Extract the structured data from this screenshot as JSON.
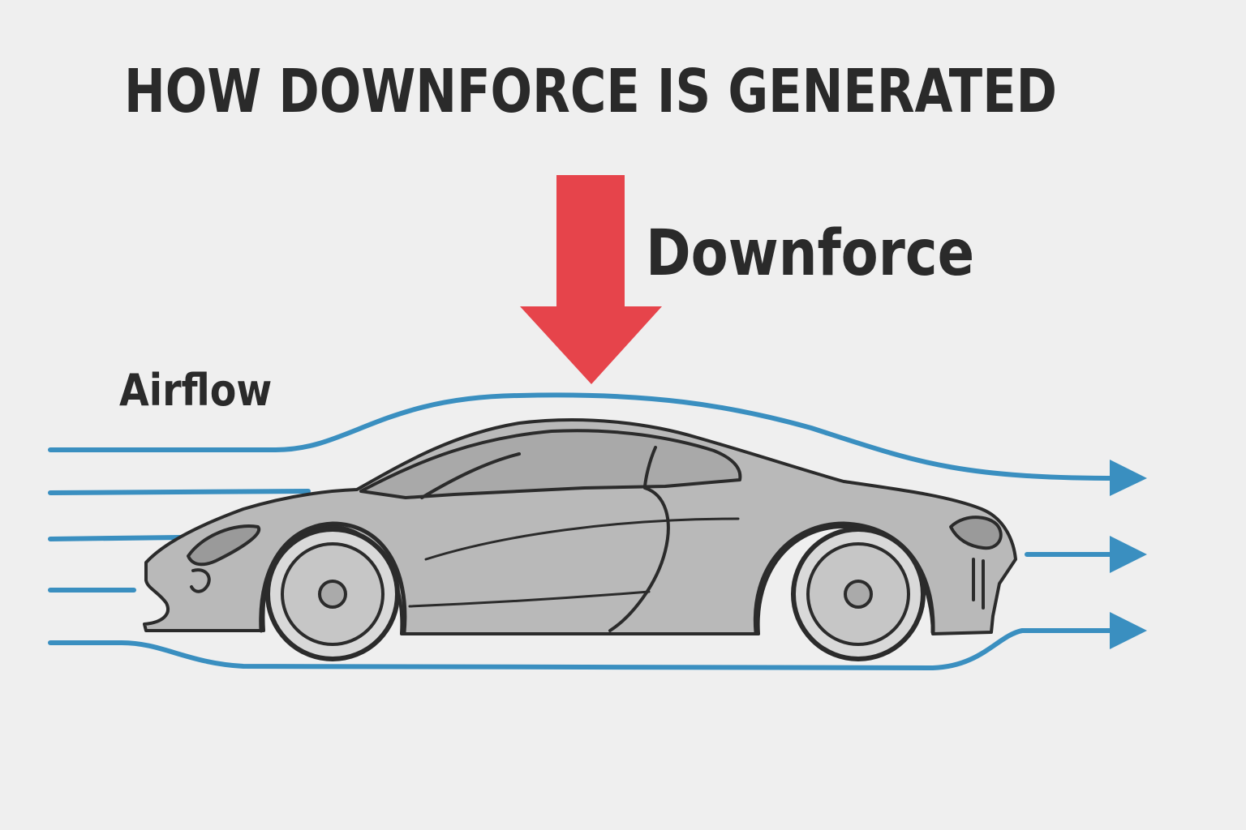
{
  "title": "HOW DOWNFORCE IS GENERATED",
  "labels": {
    "downforce": "Downforce",
    "airflow": "Airflow"
  },
  "colors": {
    "background": "#efefef",
    "text": "#2a2a2a",
    "downforce_arrow": "#e6444b",
    "airflow_lines": "#3a8fc0",
    "car_body": "#b9b9b9",
    "car_outline": "#2b2b2b"
  },
  "icons": {
    "downforce_arrow": "down-arrow-icon",
    "airflow_arrows": "right-arrow-icon"
  }
}
